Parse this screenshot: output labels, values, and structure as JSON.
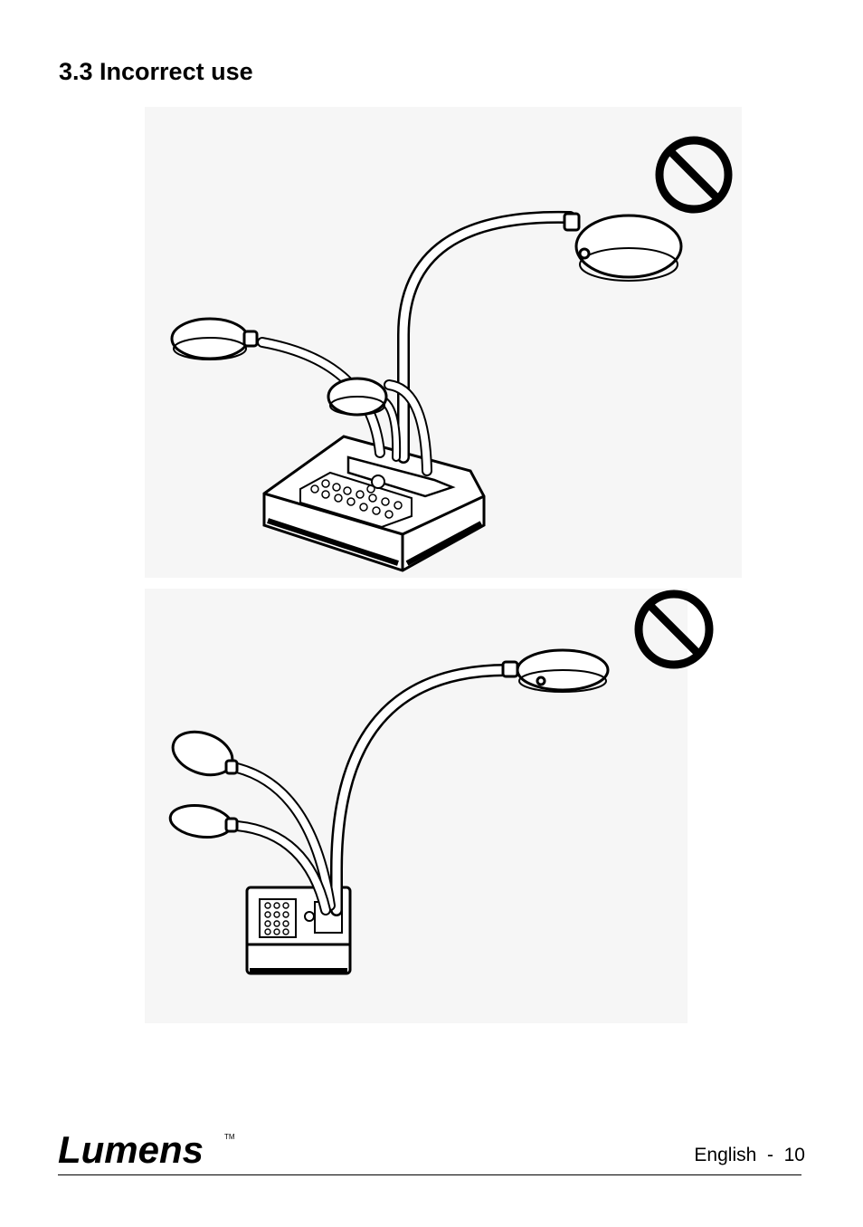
{
  "section": {
    "title": "3.3 Incorrect use"
  },
  "figures": [
    {
      "prohibited_icon": "no-symbol-icon"
    },
    {
      "prohibited_icon": "no-symbol-icon"
    }
  ],
  "footer": {
    "logo_text": "Lumens",
    "trademark": "TM",
    "page_label": "English  -  10"
  }
}
